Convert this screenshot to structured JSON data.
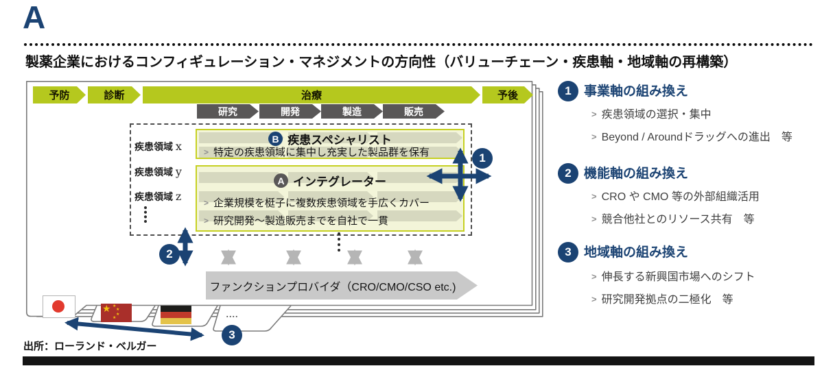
{
  "header": {
    "section_letter": "A",
    "title": "製薬企業におけるコンフィギュレーション・マネジメントの方向性（バリューチェーン・疾患軸・地域軸の再構築）"
  },
  "footer": {
    "source": "出所：ローランド・ベルガー"
  },
  "colors": {
    "navy": "#1b4373",
    "green": "#b5c81e",
    "dark_gray": "#595757",
    "panel_fill": "#f3f5d9",
    "panel_border": "#c6d021",
    "gray_arrow": "#b5b5b5",
    "provider_gray": "#c9c9c9"
  },
  "diagram": {
    "care_stages": [
      "予防",
      "診断",
      "治療",
      "予後"
    ],
    "value_chain": [
      "研究",
      "開発",
      "製造",
      "販売"
    ],
    "disease_rows": [
      {
        "label": "疾患領域",
        "var": "x"
      },
      {
        "label": "疾患領域",
        "var": "y"
      },
      {
        "label": "疾患領域",
        "var": "z"
      }
    ],
    "bullet_marker": ">",
    "specialist": {
      "badge": "B",
      "title": "疾患スペシャリスト",
      "bullets": [
        "特定の疾患領域に集中し充実した製品群を保有"
      ]
    },
    "integrator": {
      "badge": "A",
      "title": "インテグレーター",
      "bullets": [
        "企業規模を梃子に複数疾患領域を手広くカバー",
        "研究開発～製造販売までを自社で一貫"
      ]
    },
    "function_provider": "ファンクションプロバイダ（CRO/CMO/CSO etc.)",
    "markers": [
      "1",
      "2",
      "3"
    ],
    "flags": [
      "japan",
      "china",
      "germany"
    ],
    "star_glyph": "★",
    "more_pages_dots": "▪▪▪▪"
  },
  "legend": {
    "items": [
      {
        "num": "1",
        "heading": "事業軸の組み換え",
        "bullets": [
          "疾患領域の選択・集中",
          "Beyond / Aroundドラッグへの進出　等"
        ]
      },
      {
        "num": "2",
        "heading": "機能軸の組み換え",
        "bullets": [
          "CRO や CMO 等の外部組織活用",
          "競合他社とのリソース共有　等"
        ]
      },
      {
        "num": "3",
        "heading": "地域軸の組み換え",
        "bullets": [
          "伸長する新興国市場へのシフト",
          "研究開発拠点の二極化　等"
        ]
      }
    ]
  }
}
